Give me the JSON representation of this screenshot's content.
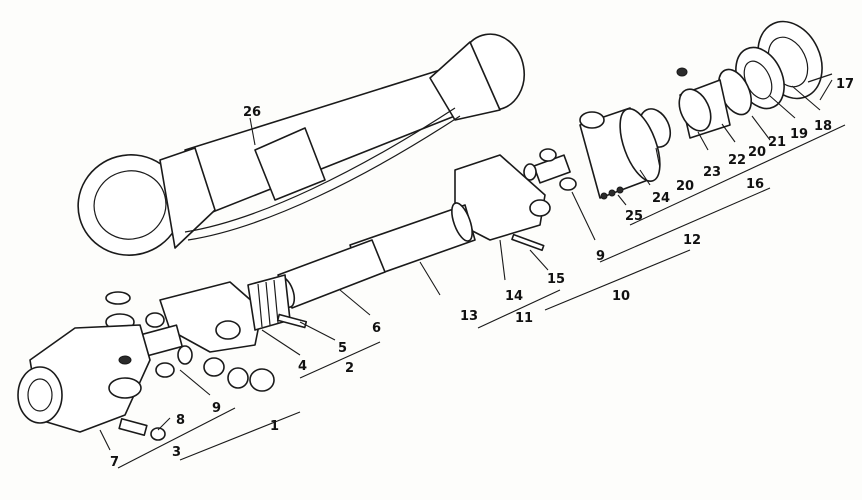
{
  "diagram": {
    "callouts": [
      {
        "id": "c26",
        "text": "26"
      },
      {
        "id": "c17",
        "text": "17"
      },
      {
        "id": "c18",
        "text": "18"
      },
      {
        "id": "c19",
        "text": "19"
      },
      {
        "id": "c21",
        "text": "21"
      },
      {
        "id": "c20a",
        "text": "20"
      },
      {
        "id": "c22",
        "text": "22"
      },
      {
        "id": "c23",
        "text": "23"
      },
      {
        "id": "c20b",
        "text": "20"
      },
      {
        "id": "c24",
        "text": "24"
      },
      {
        "id": "c16",
        "text": "16"
      },
      {
        "id": "c25",
        "text": "25"
      },
      {
        "id": "c12",
        "text": "12"
      },
      {
        "id": "c9a",
        "text": "9"
      },
      {
        "id": "c15",
        "text": "15"
      },
      {
        "id": "c14",
        "text": "14"
      },
      {
        "id": "c10",
        "text": "10"
      },
      {
        "id": "c13",
        "text": "13"
      },
      {
        "id": "c11",
        "text": "11"
      },
      {
        "id": "c6",
        "text": "6"
      },
      {
        "id": "c5",
        "text": "5"
      },
      {
        "id": "c4",
        "text": "4"
      },
      {
        "id": "c2",
        "text": "2"
      },
      {
        "id": "c9b",
        "text": "9"
      },
      {
        "id": "c8",
        "text": "8"
      },
      {
        "id": "c1",
        "text": "1"
      },
      {
        "id": "c3",
        "text": "3"
      },
      {
        "id": "c7",
        "text": "7"
      }
    ]
  }
}
